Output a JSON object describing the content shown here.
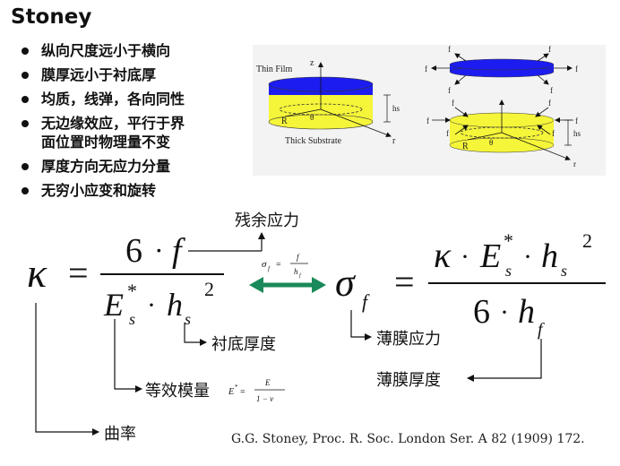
{
  "slide": {
    "title": "Stoney",
    "bullets": [
      "纵向尺度远小于横向",
      "膜厚远小于衬底厚",
      "均质，线弹，各向同性",
      "无边缘效应，平行于界面位置时物理量不变",
      "厚度方向无应力分量",
      "无穷小应变和旋转"
    ],
    "bullet_lines": [
      [
        "纵向尺度远小于横向"
      ],
      [
        "膜厚远小于衬底厚"
      ],
      [
        "均质，线弹，各向同性"
      ],
      [
        "无边缘效应，平行于界",
        "面位置时物理量不变"
      ],
      [
        "厚度方向无应力分量"
      ],
      [
        "无穷小应变和旋转"
      ]
    ]
  },
  "diagram": {
    "thin_film_label": "Thin Film",
    "thick_substrate_label": "Thick Substrate",
    "axis_z": "z",
    "axis_r": "r",
    "label_R": "R",
    "label_theta": "θ",
    "label_hs": "hs",
    "label_f": "f",
    "film_color": "#1c1cf0",
    "substrate_color": "#f5f53a"
  },
  "equations": {
    "kappa": "κ",
    "equals": "=",
    "six": "6",
    "dot": "·",
    "f": "f",
    "E": "E",
    "star": "*",
    "s": "s",
    "h": "h",
    "two": "2",
    "sigma": "σ",
    "E_lower": "E",
    "one_minus_nu": "1 − ν",
    "arrow_color": "#1a8a5a"
  },
  "annotations": {
    "residual_stress": "残余应力",
    "substrate_thickness": "衬底厚度",
    "equivalent_modulus": "等效模量",
    "curvature": "曲率",
    "film_stress": "薄膜应力",
    "film_thickness": "薄膜厚度"
  },
  "reference": "G.G. Stoney, Proc. R. Soc. London Ser. A 82 (1909) 172."
}
